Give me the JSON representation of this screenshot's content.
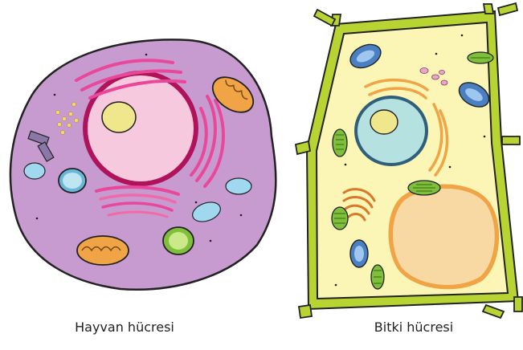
{
  "animal_cell": {
    "caption": "Hayvan hücresi"
  },
  "plant_cell": {
    "caption": "Bitki hücresi"
  },
  "colors": {
    "animal_cytoplasm": "#c79ad0",
    "animal_nucleus": "#f7c9de",
    "nucleus_border": "#b0135a",
    "nucleolus": "#f0e68c",
    "golgi_pink": "#e8479a",
    "mitochondria_orange": "#f0a446",
    "vacuole_light_blue": "#9fd8ef",
    "plant_wall": "#b8d432",
    "plant_cytoplasm": "#fbf6b5",
    "plant_nucleus": "#b5e2e0",
    "plant_vacuole": "#f8d9a3",
    "chloroplast_green": "#7fbf3a",
    "plant_mito_blue": "#4a7fc1",
    "centrioles_purple": "#8b78a8"
  },
  "icons": [
    "animal-cell-illustration",
    "plant-cell-illustration"
  ]
}
